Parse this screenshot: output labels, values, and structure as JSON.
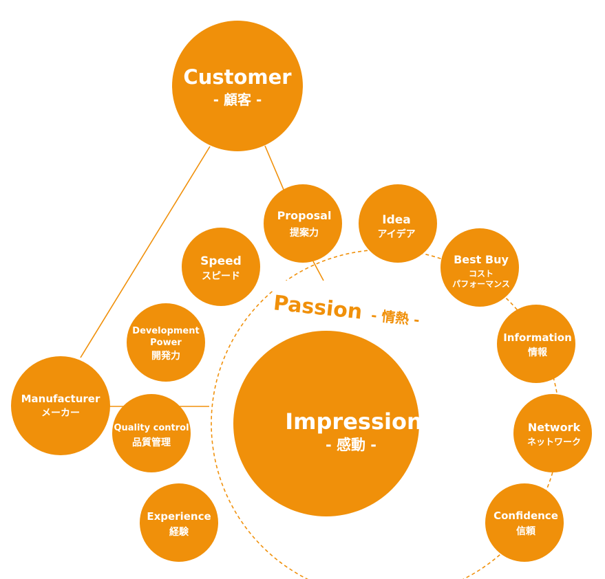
{
  "colors": {
    "node_fill": "#f0900a",
    "connector": "#f0900a",
    "dashed_ring": "#f0900a",
    "text_on_node": "#ffffff",
    "background": "#ffffff"
  },
  "center": {
    "title": "Impression",
    "subtitle": "- 感動 -"
  },
  "ring": {
    "label_main": "Passion",
    "label_sub": "- 情熱 -"
  },
  "hubs": {
    "customer": {
      "title": "Customer",
      "subtitle": "- 顧客 -"
    },
    "manufacturer": {
      "title": "Manufacturer",
      "subtitle": "メーカー"
    }
  },
  "satellites": {
    "proposal": {
      "title": "Proposal",
      "subtitle": "提案力"
    },
    "idea": {
      "title": "Idea",
      "subtitle": "アイデア"
    },
    "best_buy": {
      "title": "Best Buy",
      "subtitle_1": "コスト",
      "subtitle_2": "パフォーマンス"
    },
    "information": {
      "title": "Information",
      "subtitle": "情報"
    },
    "network": {
      "title": "Network",
      "subtitle": "ネットワーク"
    },
    "confidence": {
      "title": "Confidence",
      "subtitle": "信頼"
    },
    "speed": {
      "title": "Speed",
      "subtitle": "スピード"
    },
    "development_power": {
      "title_1": "Development",
      "title_2": "Power",
      "subtitle": "開発力"
    },
    "quality_control": {
      "title": "Quality control",
      "subtitle": "品質管理"
    },
    "experience": {
      "title": "Experience",
      "subtitle": "経験"
    }
  }
}
